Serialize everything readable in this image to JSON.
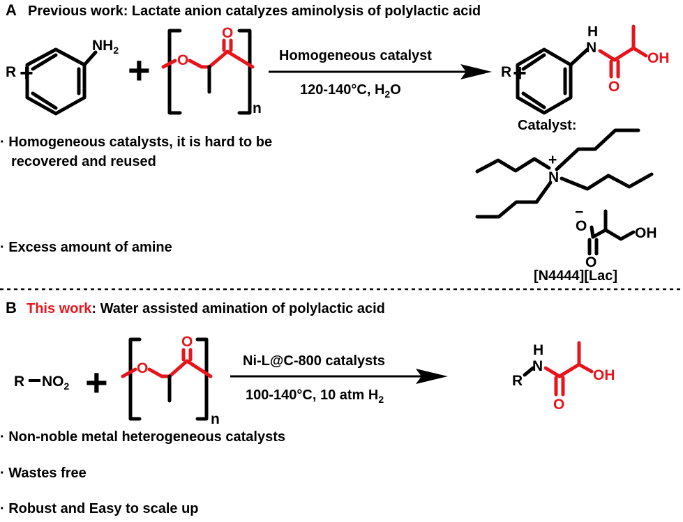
{
  "section_a": {
    "letter": "A",
    "heading": "Previous work: Lactate anion catalyzes aminolysis of polylactic acid",
    "arrow_top": "Homogeneous catalyst",
    "arrow_bottom_prefix": "120-140°C, H",
    "arrow_bottom_sub": "2",
    "arrow_bottom_suffix": "O",
    "bullet1_line1": "· Homogeneous catalysts, it is hard to be",
    "bullet1_line2": "recovered and reused",
    "bullet2": "· Excess amount of  amine",
    "catalyst_label": "Catalyst:",
    "catalyst_name": "[N4444][Lac]"
  },
  "section_b": {
    "letter": "B",
    "heading_highlight": "This work",
    "heading_rest": ": Water assisted amination of polylactic acid",
    "reactant_r": "R",
    "reactant_no": "NO",
    "reactant_sub": "2",
    "arrow_top": "Ni-L@C-800 catalysts",
    "arrow_bottom_prefix": "100-140°C, 10 atm H",
    "arrow_bottom_sub": "2",
    "bullet1": "· Non-noble metal heterogeneous catalysts",
    "bullet2": "·  Wastes free",
    "bullet3": "· Robust and Easy to scale up"
  },
  "atoms": {
    "R": "R",
    "NH": "NH",
    "NH_sub": "2",
    "N": "N",
    "H": "H",
    "O": "O",
    "OH": "OH",
    "n": "n",
    "plus": "+",
    "charge_plus": "+",
    "charge_minus": "−"
  },
  "colors": {
    "highlight": "#e8141b",
    "text": "#000000"
  }
}
